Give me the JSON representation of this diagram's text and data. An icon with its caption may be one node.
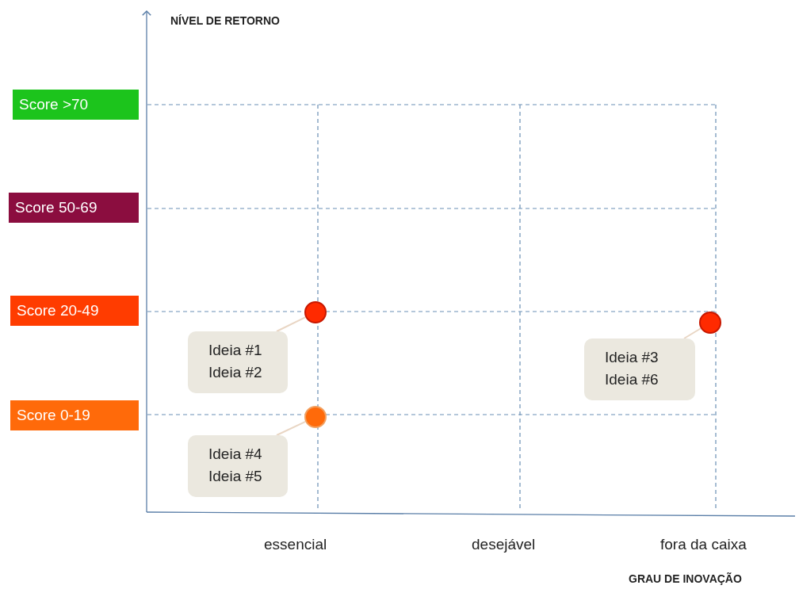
{
  "diagram": {
    "nodes": [
      {
        "text": [
          "Score >70"
        ]
      },
      {
        "text": [
          "Score 50-69"
        ]
      },
      {
        "text": [
          "Score 20-49"
        ]
      },
      {
        "text": [],
        "shape": "circle"
      },
      {
        "text": [],
        "shape": "circle"
      },
      {
        "text": [
          "Ideia #1",
          "Ideia #2"
        ]
      },
      {
        "text": [
          "Ideia #3",
          "Ideia #6"
        ]
      },
      {
        "text": [
          "Score 0-19"
        ]
      },
      {
        "text": [],
        "shape": "circle"
      },
      {
        "text": [
          "Ideia #4",
          "Ideia #5"
        ]
      }
    ],
    "edges": [
      {
        "from": 5,
        "to": 3,
        "arrow": "none"
      },
      {
        "from": 6,
        "to": 4,
        "arrow": "none"
      },
      {
        "from": 9,
        "to": 8,
        "arrow": "none"
      }
    ],
    "labels": [
      "NÍVEL DE RETORNO",
      "essencial",
      "desejável",
      "fora da caixa",
      "GRAU DE INOVAÇÃO"
    ]
  }
}
